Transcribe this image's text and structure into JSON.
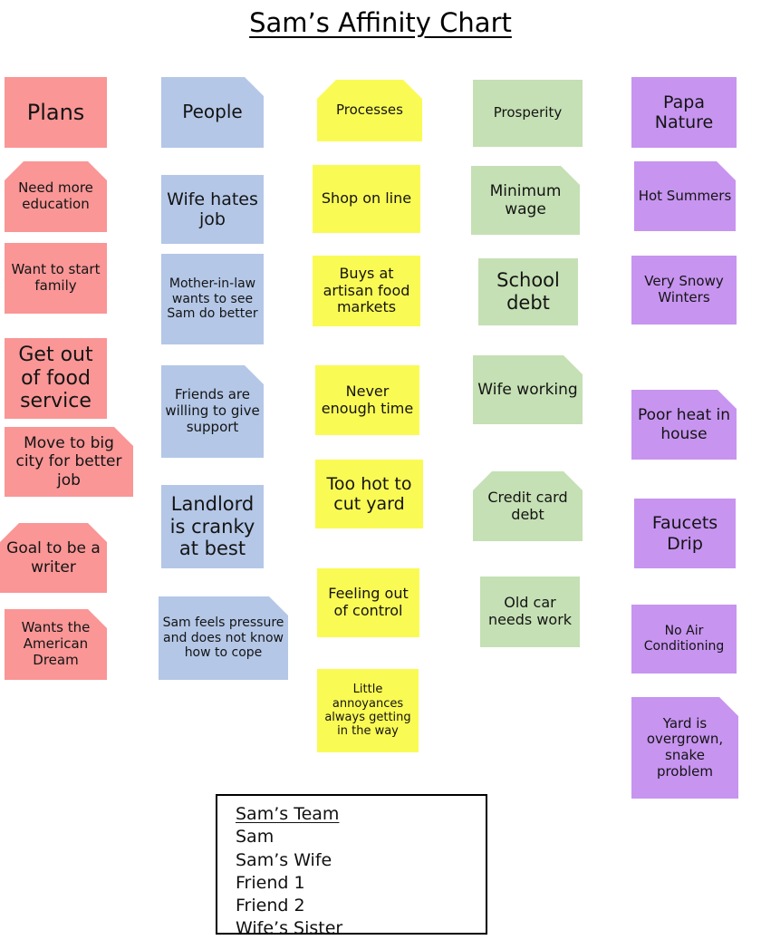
{
  "title": "Sam’s Affinity Chart",
  "colors": {
    "pink": "#FA9696",
    "blue": "#B4C7E7",
    "yellow": "#FAFA55",
    "green": "#C5E0B4",
    "purple": "#C794F0"
  },
  "columns": [
    {
      "header": "Plans",
      "color": "#FA9696",
      "notes": [
        "Need more education",
        "Want to start family",
        "Get out of food service",
        "Move to big city for better job",
        "Goal to be a writer",
        "Wants the American Dream"
      ]
    },
    {
      "header": "People",
      "color": "#B4C7E7",
      "notes": [
        "Wife hates job",
        "Mother-in-law wants to see Sam do better",
        "Friends are willing to give support",
        "Landlord is cranky at best",
        "Sam feels pressure and does not know how to cope"
      ]
    },
    {
      "header": "Processes",
      "color": "#FAFA55",
      "notes": [
        "Shop on line",
        "Buys at artisan food markets",
        "Never enough time",
        "Too hot to cut yard",
        "Feeling out of control",
        "Little annoyances always getting in the way"
      ]
    },
    {
      "header": "Prosperity",
      "color": "#C5E0B4",
      "notes": [
        "Minimum wage",
        "School debt",
        "Wife working",
        "Credit card debt",
        "Old car needs work"
      ]
    },
    {
      "header": "Papa Nature",
      "color": "#C794F0",
      "notes": [
        "Hot Summers",
        "Very Snowy Winters",
        "Poor heat in house",
        "Faucets Drip",
        "No Air Conditioning",
        "Yard is overgrown, snake problem"
      ]
    }
  ],
  "team": {
    "heading": "Sam’s Team",
    "members": [
      "Sam",
      "Sam’s Wife",
      "Friend 1",
      "Friend 2",
      "Wife’s Sister"
    ]
  }
}
